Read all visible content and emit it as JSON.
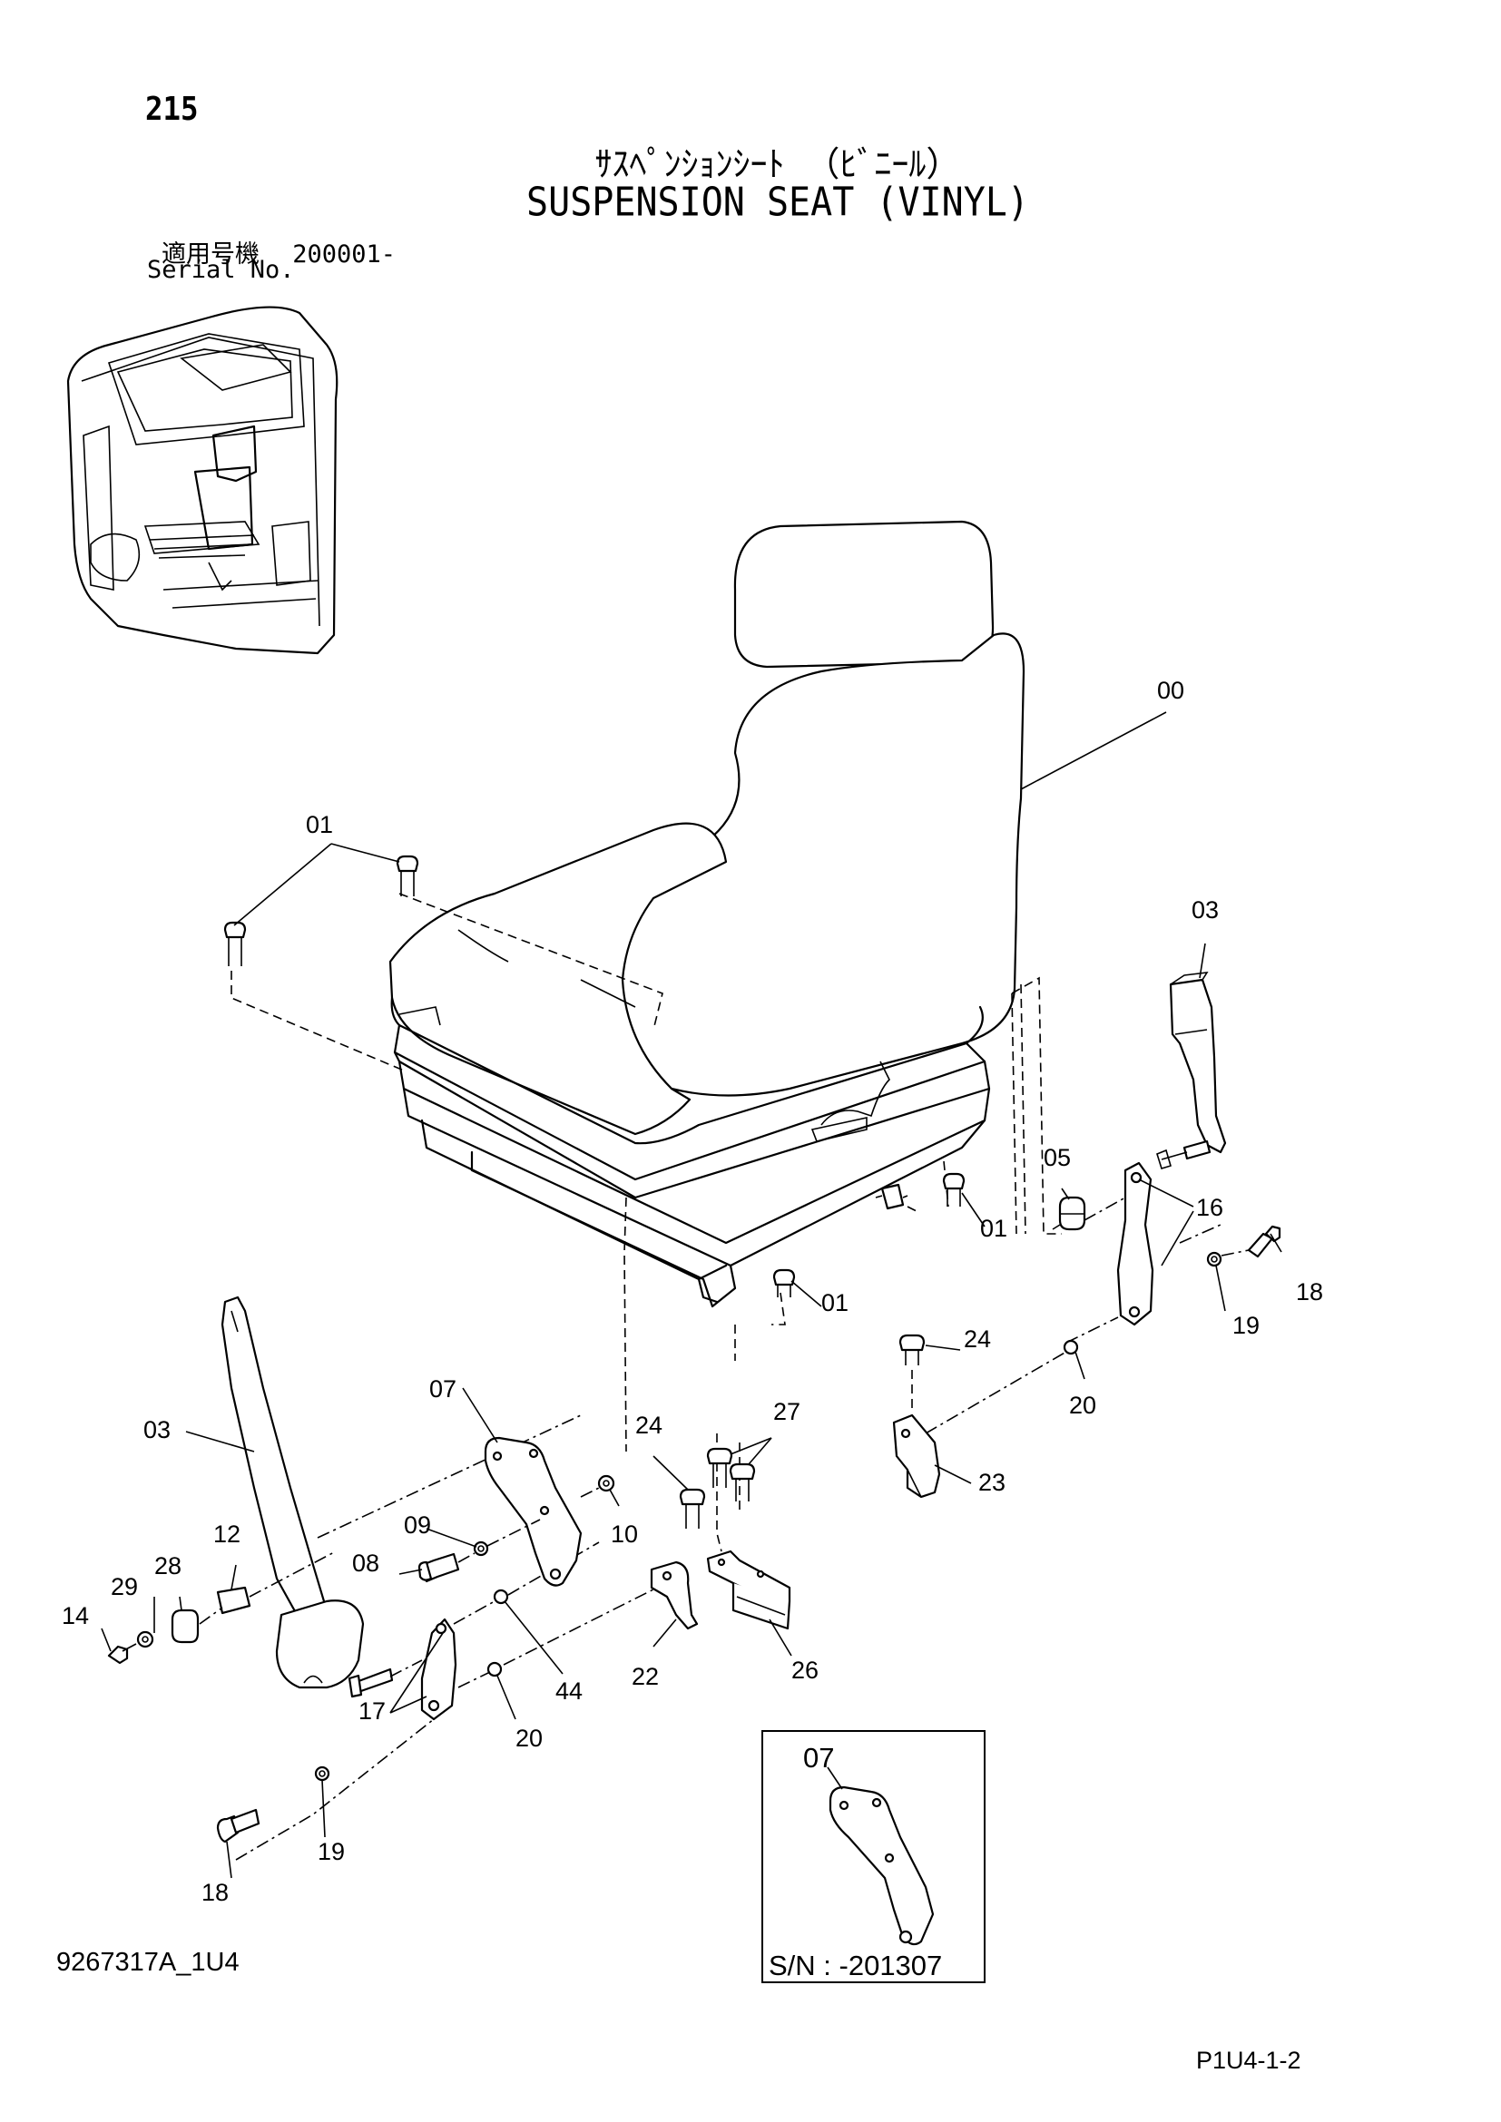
{
  "header": {
    "page_number": "215",
    "title_jp": "ｻｽﾍﾟﾝｼｮﾝｼｰﾄ （ﾋﾞﾆｰﾙ）",
    "title_en": "SUSPENSION SEAT (VINYL)",
    "serial_label_jp": "適用号機",
    "serial_range": "200001-",
    "serial_label_en": "Serial No."
  },
  "footer": {
    "drawing_number": "9267317A_1U4",
    "page_code": "P1U4-1-2"
  },
  "inset": {
    "part_label": "07",
    "serial_note": "S/N : -201307"
  },
  "callouts": {
    "c00": "00",
    "c01_top": "01",
    "c01_right": "01",
    "c01_bottom": "01",
    "c03_right": "03",
    "c03_left": "03",
    "c05": "05",
    "c07": "07",
    "c08": "08",
    "c09": "09",
    "c10": "10",
    "c12": "12",
    "c14": "14",
    "c16": "16",
    "c17": "17",
    "c18_right": "18",
    "c18_left": "18",
    "c19_right": "19",
    "c19_left": "19",
    "c20_right": "20",
    "c20_left": "20",
    "c22": "22",
    "c23": "23",
    "c24_right": "24",
    "c24_mid": "24",
    "c26": "26",
    "c27": "27",
    "c28": "28",
    "c29": "29",
    "c44": "44"
  }
}
